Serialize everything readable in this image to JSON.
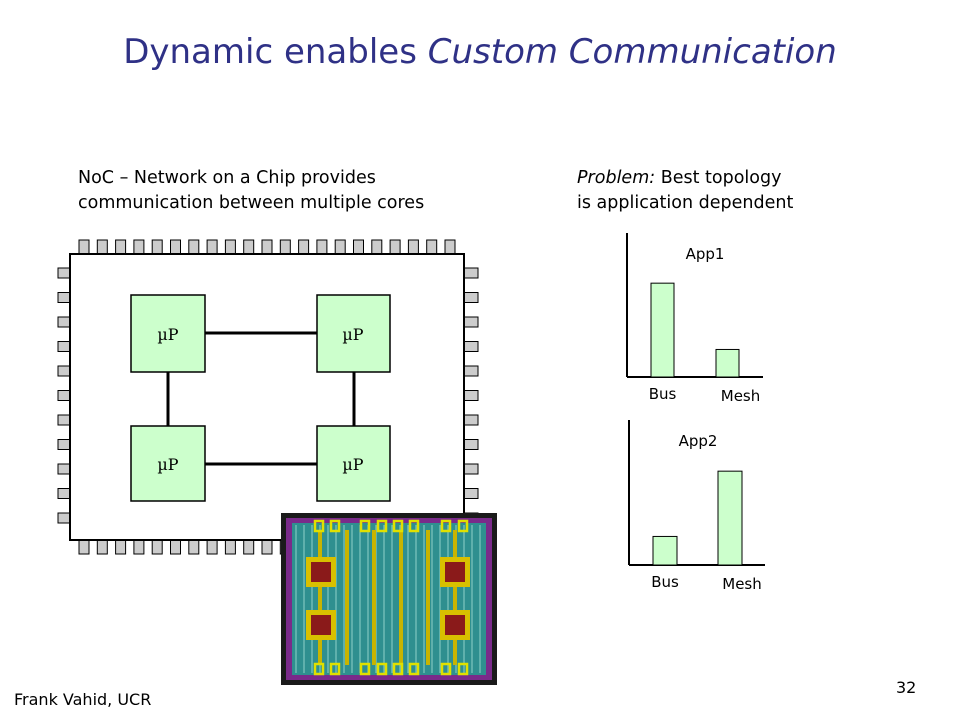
{
  "title": {
    "plain": "Dynamic enables ",
    "italic": "Custom Communication"
  },
  "left_text": {
    "line1": "NoC – Network on a Chip provides",
    "line2": "communication between multiple cores"
  },
  "right_text": {
    "italic": "Problem:",
    "rest1": " Best topology",
    "line2": "is application dependent"
  },
  "core_label": "µP",
  "footer": {
    "author": "Frank Vahid, UCR",
    "page": "32"
  },
  "colors": {
    "title": "#2f3186",
    "core_fill": "#ccffcc",
    "bar_fill": "#ccffcc",
    "die_bg": "#7a2a8a",
    "die_grid": "#2f8f8f"
  },
  "chart_data": [
    {
      "type": "bar",
      "title": "App1",
      "categories": [
        "Bus",
        "Mesh"
      ],
      "values": [
        92,
        27
      ],
      "ylim": [
        0,
        100
      ]
    },
    {
      "type": "bar",
      "title": "App2",
      "categories": [
        "Bus",
        "Mesh"
      ],
      "values": [
        28,
        92
      ],
      "ylim": [
        0,
        100
      ]
    }
  ]
}
